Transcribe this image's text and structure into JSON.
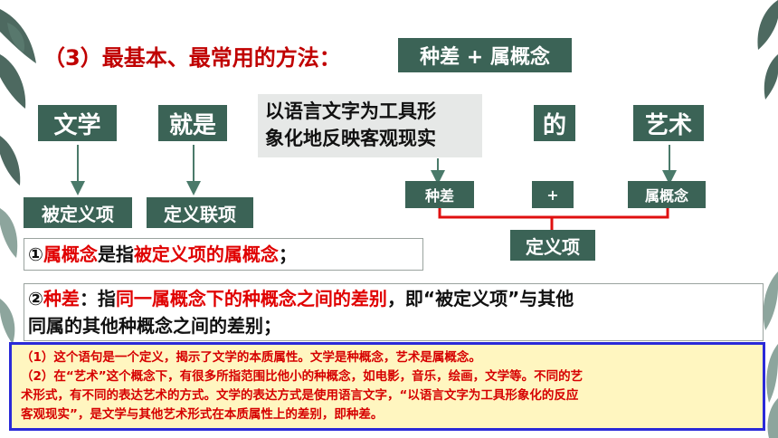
{
  "title": {
    "prefix": "（3）最基本、最常用的方法：",
    "method": "种差 + 属概念"
  },
  "row1": {
    "wenxue": "文学",
    "jiushi": "就是",
    "middle_line1": "以语言文字为工具形",
    "middle_line2": "象化地反映客观现实",
    "de": "的",
    "yishu": "艺术"
  },
  "row2": {
    "beidingyixiang": "被定义项",
    "dingyilianxiang": "定义联项",
    "zhongcha": "种差",
    "plus": "+",
    "shugainian": "属概念",
    "dingyixiang": "定义项"
  },
  "def1": {
    "circle": "①",
    "term": "属概念",
    "is": "是指",
    "explain": "被定义项的属概念",
    "end": "；"
  },
  "def2": {
    "circle": "②",
    "term": "种差",
    "colon_zhi": "：指",
    "explain": "同一属概念下的种概念之间的差别",
    "rest1": "，即“被定义项”与其他",
    "rest2": "同属的其他种概念之间的差别；"
  },
  "note": {
    "line1": "（1）这个语句是一个定义，揭示了文学的本质属性。文学是种概念，艺术是属概念。",
    "line2": "（2）在“艺术”这个概念下，有很多所指范围比他小的种概念，如电影，音乐，绘画，文学等。不同的艺",
    "line3": "术形式，有不同的表达艺术的方式。文学的表达方式是使用语言文字，“以语言文字为工具形象化的反应",
    "line4": "客观现实”，是文学与其他艺术形式在本质属性上的差别，即种差。"
  },
  "colors": {
    "green": "#3b6356",
    "red": "#e00000",
    "arrow": "#4a7a6a",
    "bracket": "#e01010",
    "note_border": "#2a2ad8",
    "note_bg": "#fff6c0"
  }
}
